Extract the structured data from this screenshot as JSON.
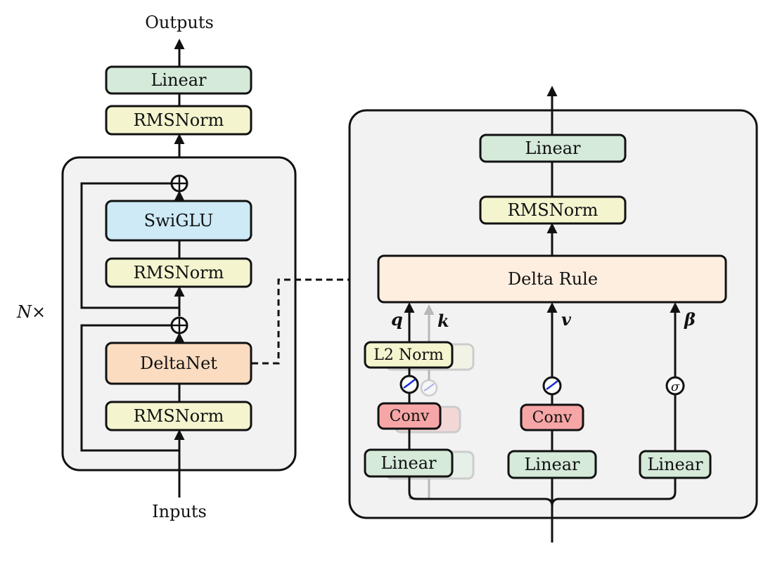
{
  "left": {
    "outputs_label": "Outputs",
    "inputs_label": "Inputs",
    "repeat_label": "N×",
    "linear": "Linear",
    "rmsnorm_top": "RMSNorm",
    "swiglu": "SwiGLU",
    "rmsnorm_mid": "RMSNorm",
    "deltanet": "DeltaNet",
    "rmsnorm_bottom": "RMSNorm"
  },
  "right": {
    "linear_top": "Linear",
    "rmsnorm": "RMSNorm",
    "delta_rule": "Delta Rule",
    "q_label": "q",
    "k_label": "k",
    "v_label": "v",
    "beta_label": "β",
    "l2norm": "L2 Norm",
    "conv_q": "Conv",
    "conv_v": "Conv",
    "linear_q": "Linear",
    "linear_v": "Linear",
    "linear_beta": "Linear",
    "sigma_symbol": "σ"
  },
  "colors": {
    "green": "#d5ead9",
    "yellow": "#f4f5cf",
    "blue": "#cdeaf6",
    "orange": "#fbdcc0",
    "peach": "#fdeee0",
    "red": "#f6a6a6",
    "panel": "#f2f2f2",
    "activation": "#1a2fd6"
  }
}
